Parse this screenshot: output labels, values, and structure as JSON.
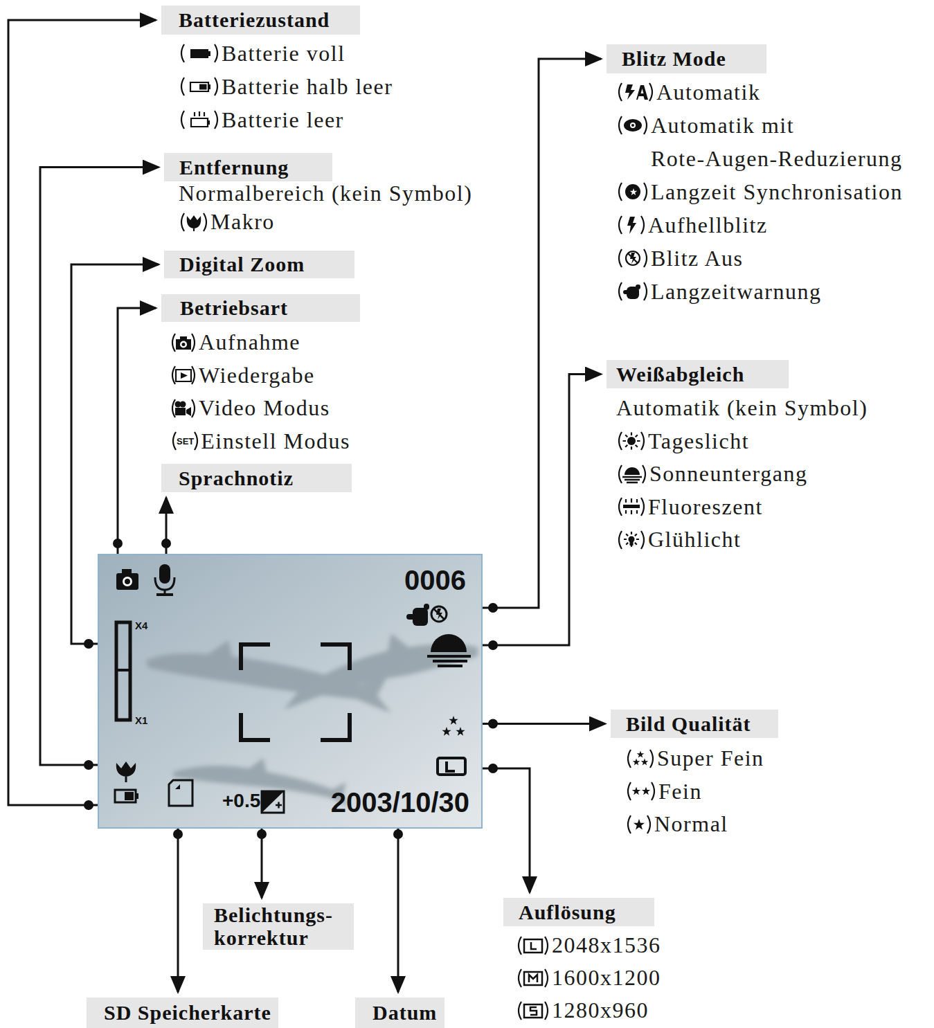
{
  "diagram": {
    "nodes": [
      {
        "text": [
          "0006",
          "X4",
          "X1",
          "+0.5",
          "2003/10/30"
        ]
      },
      {
        "text": [
          "Batteriezustand",
          "Batterie voll",
          "Batterie halb leer",
          "Batterie leer"
        ]
      },
      {
        "text": [
          "Entfernung",
          "Normalbereich (kein Symbol)",
          "Makro"
        ]
      },
      {
        "text": [
          "Digital Zoom"
        ]
      },
      {
        "text": [
          "Betriebsart",
          "Aufnahme",
          "Wiedergabe",
          "Video Modus",
          "Einstell Modus"
        ]
      },
      {
        "text": [
          "Sprachnotiz"
        ]
      },
      {
        "text": [
          "Blitz Mode",
          "Automatik",
          "Automatik mit Rote-Augen-Reduzierung",
          "Langzeit Synchronisation",
          "Aufhellblitz",
          "Blitz Aus",
          "Langzeitwarnung"
        ]
      },
      {
        "text": [
          "Weißabgleich",
          "Automatik (kein Symbol)",
          "Tageslicht",
          "Sonneuntergang",
          "Fluoreszent",
          "Glühlicht"
        ]
      },
      {
        "text": [
          "Bild Qualität",
          "Super Fein",
          "Fein",
          "Normal"
        ]
      },
      {
        "text": [
          "Auflösung",
          "2048x1536",
          "1600x1200",
          "1280x960"
        ]
      },
      {
        "text": [
          "Belichtungs- korrektur"
        ]
      },
      {
        "text": [
          "SD Speicherkarte"
        ]
      },
      {
        "text": [
          "Datum"
        ]
      }
    ],
    "edges": [
      {
        "from": 0,
        "to": 1,
        "arrow": "to"
      },
      {
        "from": 0,
        "to": 2,
        "arrow": "to"
      },
      {
        "from": 0,
        "to": 3,
        "arrow": "to"
      },
      {
        "from": 0,
        "to": 4,
        "arrow": "to"
      },
      {
        "from": 0,
        "to": 5,
        "arrow": "to"
      },
      {
        "from": 0,
        "to": 6,
        "arrow": "to"
      },
      {
        "from": 0,
        "to": 7,
        "arrow": "to"
      },
      {
        "from": 0,
        "to": 8,
        "arrow": "to"
      },
      {
        "from": 0,
        "to": 9,
        "arrow": "to"
      },
      {
        "from": 0,
        "to": 10,
        "arrow": "to"
      },
      {
        "from": 0,
        "to": 11,
        "arrow": "to"
      },
      {
        "from": 0,
        "to": 12,
        "arrow": "to"
      }
    ],
    "labels": [
      "SET"
    ]
  }
}
